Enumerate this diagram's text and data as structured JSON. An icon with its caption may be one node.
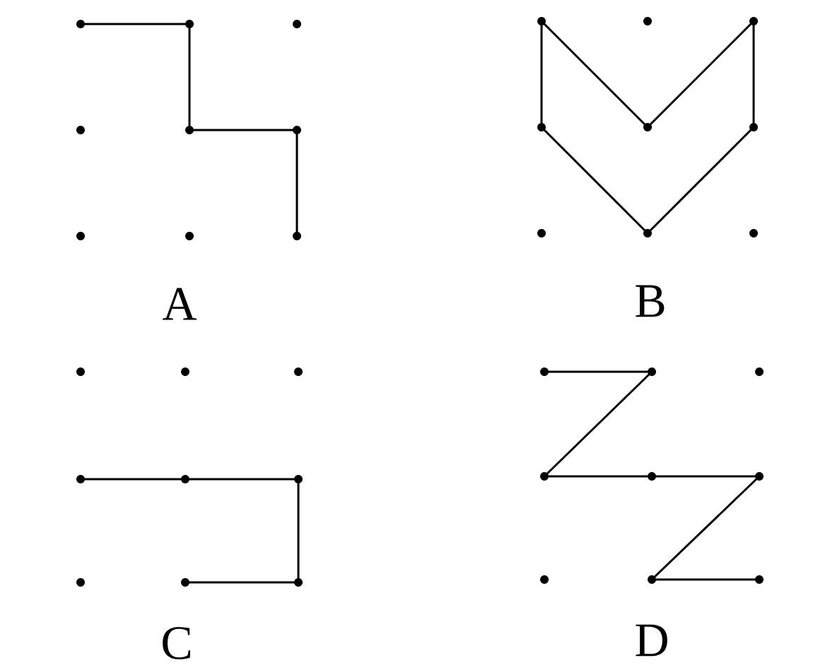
{
  "diagram": {
    "nodes": [
      {
        "text": [],
        "shape": "circle"
      },
      {
        "text": [],
        "shape": "circle"
      },
      {
        "text": [],
        "shape": "circle"
      },
      {
        "text": [],
        "shape": "circle"
      },
      {
        "text": [],
        "shape": "circle"
      },
      {
        "text": [],
        "shape": "circle"
      },
      {
        "text": [],
        "shape": "circle"
      },
      {
        "text": [],
        "shape": "circle"
      },
      {
        "text": [],
        "shape": "circle"
      },
      {
        "text": [],
        "shape": "circle"
      },
      {
        "text": [],
        "shape": "circle"
      },
      {
        "text": [],
        "shape": "circle"
      },
      {
        "text": [],
        "shape": "circle"
      },
      {
        "text": [],
        "shape": "circle"
      },
      {
        "text": [],
        "shape": "circle"
      },
      {
        "text": [],
        "shape": "circle"
      },
      {
        "text": [],
        "shape": "circle"
      },
      {
        "text": [],
        "shape": "circle"
      },
      {
        "text": [],
        "shape": "circle"
      },
      {
        "text": [],
        "shape": "circle"
      },
      {
        "text": [],
        "shape": "circle"
      },
      {
        "text": [],
        "shape": "circle"
      },
      {
        "text": [],
        "shape": "circle"
      },
      {
        "text": [],
        "shape": "circle"
      },
      {
        "text": [],
        "shape": "circle"
      },
      {
        "text": [],
        "shape": "circle"
      },
      {
        "text": [],
        "shape": "circle"
      },
      {
        "text": [],
        "shape": "circle"
      },
      {
        "text": [],
        "shape": "circle"
      },
      {
        "text": [],
        "shape": "circle"
      },
      {
        "text": [],
        "shape": "circle"
      },
      {
        "text": [],
        "shape": "circle"
      },
      {
        "text": [],
        "shape": "circle"
      },
      {
        "text": [],
        "shape": "circle"
      },
      {
        "text": [],
        "shape": "circle"
      },
      {
        "text": [],
        "shape": "circle"
      }
    ],
    "edges": [
      {
        "from": 0,
        "to": 1,
        "arrow": "none"
      },
      {
        "from": 1,
        "to": 4,
        "arrow": "none"
      },
      {
        "from": 4,
        "to": 5,
        "arrow": "none"
      },
      {
        "from": 5,
        "to": 8,
        "arrow": "none"
      },
      {
        "from": 9,
        "to": 12,
        "arrow": "none"
      },
      {
        "from": 9,
        "to": 13,
        "arrow": "none"
      },
      {
        "from": 13,
        "to": 11,
        "arrow": "none"
      },
      {
        "from": 11,
        "to": 14,
        "arrow": "none"
      },
      {
        "from": 12,
        "to": 16,
        "arrow": "none"
      },
      {
        "from": 16,
        "to": 14,
        "arrow": "none"
      },
      {
        "from": 21,
        "to": 22,
        "arrow": "none"
      },
      {
        "from": 22,
        "to": 23,
        "arrow": "none"
      },
      {
        "from": 23,
        "to": 26,
        "arrow": "none"
      },
      {
        "from": 25,
        "to": 26,
        "arrow": "none"
      },
      {
        "from": 27,
        "to": 28,
        "arrow": "none"
      },
      {
        "from": 28,
        "to": 30,
        "arrow": "none"
      },
      {
        "from": 30,
        "to": 31,
        "arrow": "none"
      },
      {
        "from": 31,
        "to": 32,
        "arrow": "none"
      },
      {
        "from": 32,
        "to": 34,
        "arrow": "none"
      },
      {
        "from": 34,
        "to": 35,
        "arrow": "none"
      }
    ],
    "labels": [
      "A",
      "B",
      "C",
      "D"
    ]
  }
}
